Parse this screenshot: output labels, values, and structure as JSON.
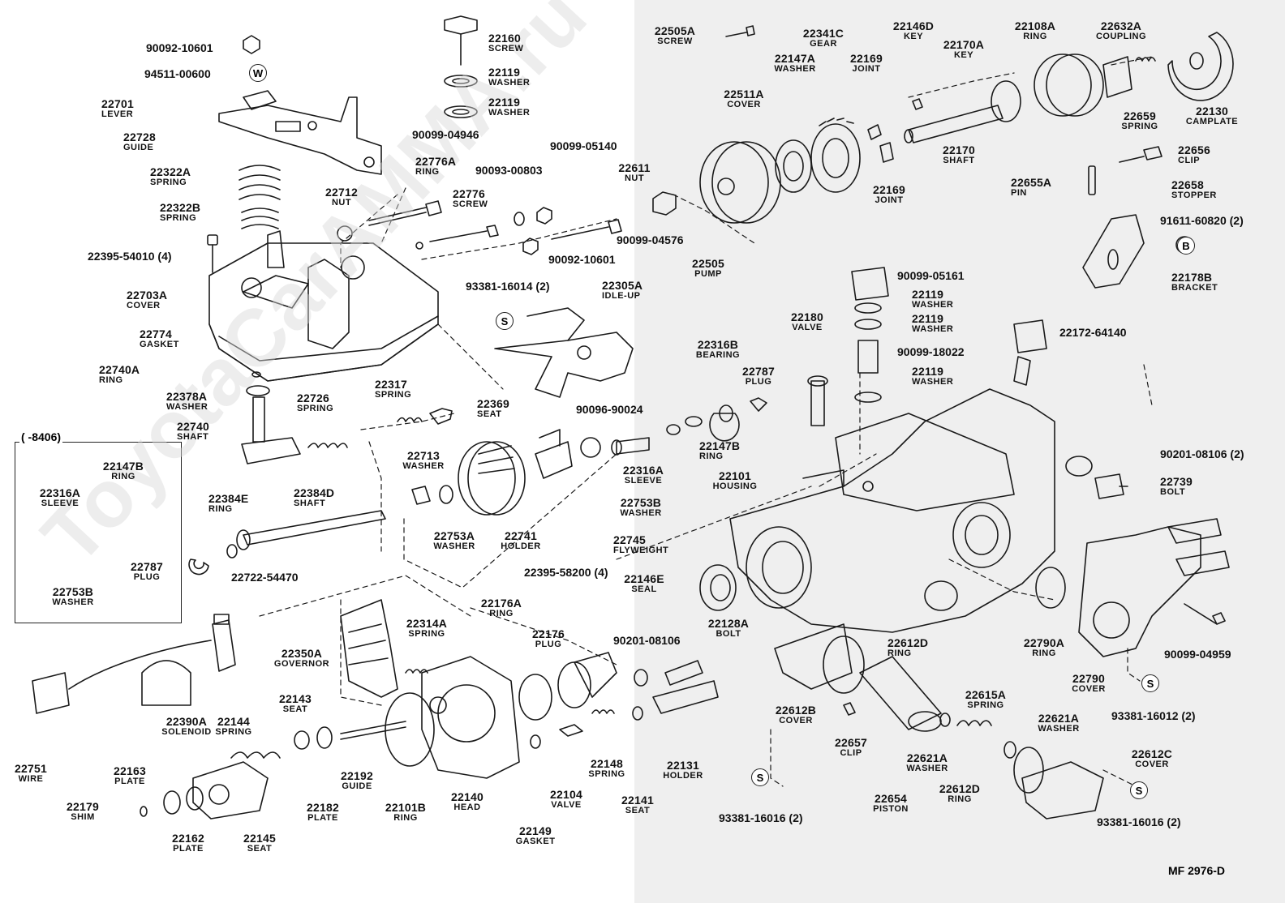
{
  "header_text": "(     -8406)",
  "watermark": "ToyotaCarAMMA.ru",
  "footer_code": "MF  2976-D",
  "badges": {
    "w": "W",
    "s": "S",
    "b": "B"
  },
  "codes": {
    "c1": "90092-10601",
    "c2": "94511-00600",
    "c3": "22395-54010 (4)",
    "c4": "90099-04946",
    "c5": "90099-05140",
    "c6": "90093-00803",
    "c7": "90099-04576",
    "c8": "90092-10601",
    "c9": "93381-16014 (2)",
    "c10": "22722-54470",
    "c11": "22395-58200 (4)",
    "c12": "90201-08106",
    "c13": "90096-90024",
    "c14": "90099-05161",
    "c15": "90099-18022",
    "c16": "22172-64140",
    "c17": "91611-60820 (2)",
    "c18": "90201-08106 (2)",
    "c19": "90099-04959",
    "c20": "93381-16012 (2)",
    "c21": "93381-16016 (2)",
    "c22": "93381-16016 (2)"
  },
  "parts": [
    {
      "pn": "22160",
      "nm": "SCREW"
    },
    {
      "pn": "22119",
      "nm": "WASHER"
    },
    {
      "pn": "22119",
      "nm": "WASHER"
    },
    {
      "pn": "22701",
      "nm": "LEVER"
    },
    {
      "pn": "22728",
      "nm": "GUIDE"
    },
    {
      "pn": "22322A",
      "nm": "SPRING"
    },
    {
      "pn": "22322B",
      "nm": "SPRING"
    },
    {
      "pn": "22712",
      "nm": "NUT"
    },
    {
      "pn": "22776A",
      "nm": "RING"
    },
    {
      "pn": "22776",
      "nm": "SCREW"
    },
    {
      "pn": "22703A",
      "nm": "COVER"
    },
    {
      "pn": "22774",
      "nm": "GASKET"
    },
    {
      "pn": "22740A",
      "nm": "RING"
    },
    {
      "pn": "22378A",
      "nm": "WASHER"
    },
    {
      "pn": "22740",
      "nm": "SHAFT"
    },
    {
      "pn": "22726",
      "nm": "SPRING"
    },
    {
      "pn": "22317",
      "nm": "SPRING"
    },
    {
      "pn": "22369",
      "nm": "SEAT"
    },
    {
      "pn": "22305A",
      "nm": "IDLE-UP"
    },
    {
      "pn": "22147B",
      "nm": "RING"
    },
    {
      "pn": "22316A",
      "nm": "SLEEVE"
    },
    {
      "pn": "22787",
      "nm": "PLUG"
    },
    {
      "pn": "22753B",
      "nm": "WASHER"
    },
    {
      "pn": "22384E",
      "nm": "RING"
    },
    {
      "pn": "22384D",
      "nm": "SHAFT"
    },
    {
      "pn": "22713",
      "nm": "WASHER"
    },
    {
      "pn": "22753A",
      "nm": "WASHER"
    },
    {
      "pn": "22741",
      "nm": "HOLDER"
    },
    {
      "pn": "22316A",
      "nm": "SLEEVE"
    },
    {
      "pn": "22753B",
      "nm": "WASHER"
    },
    {
      "pn": "22745",
      "nm": "FLYWEIGHT"
    },
    {
      "pn": "22314A",
      "nm": "SPRING"
    },
    {
      "pn": "22350A",
      "nm": "GOVERNOR"
    },
    {
      "pn": "22390A",
      "nm": "SOLENOID"
    },
    {
      "pn": "22751",
      "nm": "WIRE"
    },
    {
      "pn": "22143",
      "nm": "SEAT"
    },
    {
      "pn": "22144",
      "nm": "SPRING"
    },
    {
      "pn": "22163",
      "nm": "PLATE"
    },
    {
      "pn": "22179",
      "nm": "SHIM"
    },
    {
      "pn": "22162",
      "nm": "PLATE"
    },
    {
      "pn": "22145",
      "nm": "SEAT"
    },
    {
      "pn": "22182",
      "nm": "PLATE"
    },
    {
      "pn": "22192",
      "nm": "GUIDE"
    },
    {
      "pn": "22101B",
      "nm": "RING"
    },
    {
      "pn": "22140",
      "nm": "HEAD"
    },
    {
      "pn": "22176A",
      "nm": "RING"
    },
    {
      "pn": "22176",
      "nm": "PLUG"
    },
    {
      "pn": "22149",
      "nm": "GASKET"
    },
    {
      "pn": "22104",
      "nm": "VALVE"
    },
    {
      "pn": "22148",
      "nm": "SPRING"
    },
    {
      "pn": "22141",
      "nm": "SEAT"
    },
    {
      "pn": "22128A",
      "nm": "BOLT"
    },
    {
      "pn": "22131",
      "nm": "HOLDER"
    },
    {
      "pn": "22146E",
      "nm": "SEAL"
    },
    {
      "pn": "22505A",
      "nm": "SCREW"
    },
    {
      "pn": "22341C",
      "nm": "GEAR"
    },
    {
      "pn": "22147A",
      "nm": "WASHER"
    },
    {
      "pn": "22146D",
      "nm": "KEY"
    },
    {
      "pn": "22169",
      "nm": "JOINT"
    },
    {
      "pn": "22511A",
      "nm": "COVER"
    },
    {
      "pn": "22170A",
      "nm": "KEY"
    },
    {
      "pn": "22108A",
      "nm": "RING"
    },
    {
      "pn": "22632A",
      "nm": "COUPLING"
    },
    {
      "pn": "22659",
      "nm": "SPRING"
    },
    {
      "pn": "22130",
      "nm": "CAMPLATE"
    },
    {
      "pn": "22611",
      "nm": "NUT"
    },
    {
      "pn": "22170",
      "nm": "SHAFT"
    },
    {
      "pn": "22169",
      "nm": "JOINT"
    },
    {
      "pn": "22505",
      "nm": "PUMP"
    },
    {
      "pn": "22656",
      "nm": "CLIP"
    },
    {
      "pn": "22655A",
      "nm": "PIN"
    },
    {
      "pn": "22658",
      "nm": "STOPPER"
    },
    {
      "pn": "22178B",
      "nm": "BRACKET"
    },
    {
      "pn": "22119",
      "nm": "WASHER"
    },
    {
      "pn": "22119",
      "nm": "WASHER"
    },
    {
      "pn": "22119",
      "nm": "WASHER"
    },
    {
      "pn": "22180",
      "nm": "VALVE"
    },
    {
      "pn": "22316B",
      "nm": "BEARING"
    },
    {
      "pn": "22787",
      "nm": "PLUG"
    },
    {
      "pn": "22147B",
      "nm": "RING"
    },
    {
      "pn": "22101",
      "nm": "HOUSING"
    },
    {
      "pn": "22739",
      "nm": "BOLT"
    },
    {
      "pn": "22790A",
      "nm": "RING"
    },
    {
      "pn": "22612D",
      "nm": "RING"
    },
    {
      "pn": "22790",
      "nm": "COVER"
    },
    {
      "pn": "22612B",
      "nm": "COVER"
    },
    {
      "pn": "22615A",
      "nm": "SPRING"
    },
    {
      "pn": "22621A",
      "nm": "WASHER"
    },
    {
      "pn": "22657",
      "nm": "CLIP"
    },
    {
      "pn": "22621A",
      "nm": "WASHER"
    },
    {
      "pn": "22612C",
      "nm": "COVER"
    },
    {
      "pn": "22654",
      "nm": "PISTON"
    },
    {
      "pn": "22612D",
      "nm": "RING"
    }
  ]
}
